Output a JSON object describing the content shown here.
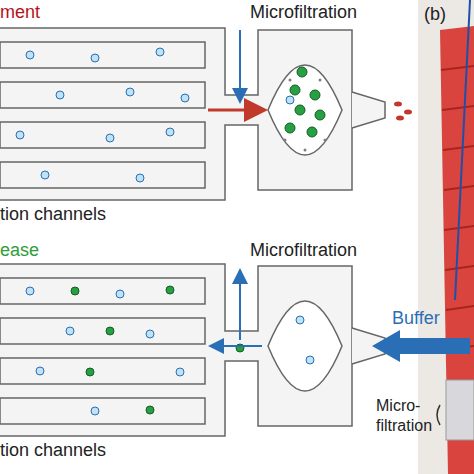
{
  "diagram": {
    "labels": [
      "ment",
      "Microfiltration",
      "tion channels",
      "ease",
      "Microfiltration",
      "Buffer",
      "tion channels",
      "(b)",
      "Micro- filtration"
    ]
  }
}
